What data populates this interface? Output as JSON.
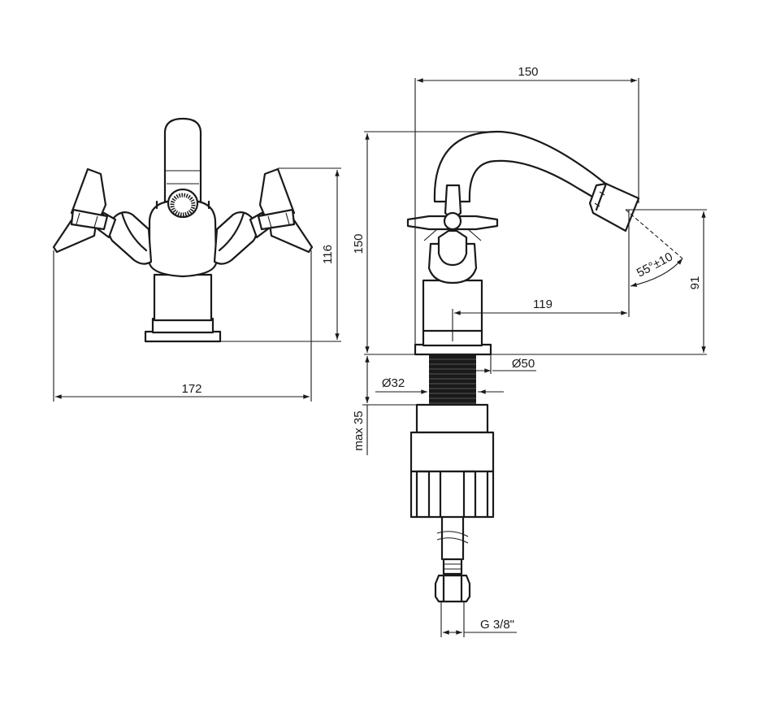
{
  "colors": {
    "stroke": "#1a1a1a",
    "background": "#ffffff"
  },
  "dimensions": {
    "front_height": "116",
    "front_width": "172",
    "side_width": "150",
    "side_height": "150",
    "spout_reach": "119",
    "spout_angle": "55°±10",
    "spout_height": "91",
    "base_diameter": "Ø50",
    "thread_diameter": "Ø32",
    "max_thickness": "max 35",
    "connection": "G 3/8\""
  }
}
